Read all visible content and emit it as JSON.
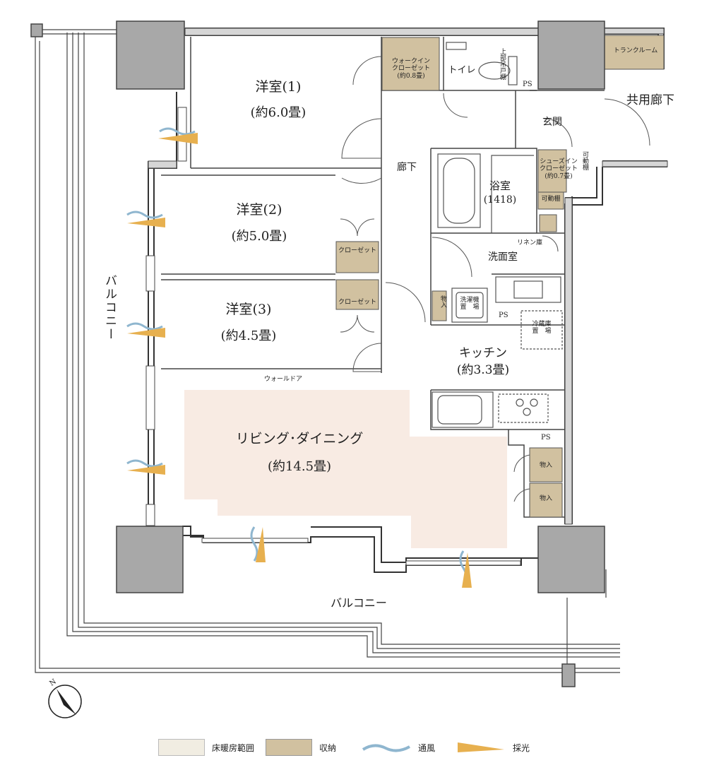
{
  "rooms": {
    "bedroom1": {
      "name": "洋室(1)",
      "size": "(約6.0畳)"
    },
    "bedroom2": {
      "name": "洋室(2)",
      "size": "(約5.0畳)"
    },
    "bedroom3": {
      "name": "洋室(3)",
      "size": "(約4.5畳)"
    },
    "living": {
      "name": "リビング･ダイニング",
      "size": "(約14.5畳)"
    },
    "kitchen": {
      "name": "キッチン",
      "size": "(約3.3畳)"
    },
    "bath": {
      "name": "浴室",
      "size": "(1418)"
    },
    "washroom": {
      "name": "洗面室"
    },
    "toilet": {
      "name": "トイレ"
    },
    "entrance": {
      "name": "玄関"
    },
    "hallway": {
      "name": "廊下"
    },
    "common_corridor": {
      "name": "共用廊下"
    },
    "balcony_west": {
      "name": "バルコニー"
    },
    "balcony_south": {
      "name": "バルコニー"
    }
  },
  "storage": {
    "walk_in": {
      "line1": "ウォークイン",
      "line2": "クローゼット",
      "line3": "(約0.8畳)"
    },
    "shoes_in": {
      "line1": "シューズイン",
      "line2": "クローゼット",
      "line3": "(約0.7畳)"
    },
    "movable_shelf_v": "可動棚",
    "movable_shelf_h": "可動棚",
    "upper_shelf": "上部吊戸棚",
    "closet_a": "クローゼット",
    "closet_b": "クローゼット",
    "trunk_room": "トランクルーム",
    "linen": "リネン庫",
    "monoire_1": "物入",
    "monoire_2": "物入",
    "monoire_3": "物入",
    "washing_machine": {
      "line1": "洗濯機",
      "line2": "置　場"
    },
    "fridge": {
      "line1": "冷蔵庫",
      "line2": "置　場"
    },
    "wall_door": "ウォールドア"
  },
  "ps_labels": [
    "PS",
    "PS",
    "PS"
  ],
  "north_mark": "N",
  "legend": [
    {
      "label": "床暖房範囲",
      "color": "#f1ede2"
    },
    {
      "label": "収納",
      "color": "#d1c1a0"
    },
    {
      "label": "通風",
      "color": "#8fb6cf"
    },
    {
      "label": "採光",
      "color": "#e7b04f"
    }
  ],
  "colors": {
    "wall": "#333333",
    "pillar": "#a8a8a8",
    "floor_heating": "#f8ebe3",
    "storage": "#d1c1a0",
    "wind": "#8fb6cf",
    "light": "#e7b04f"
  }
}
